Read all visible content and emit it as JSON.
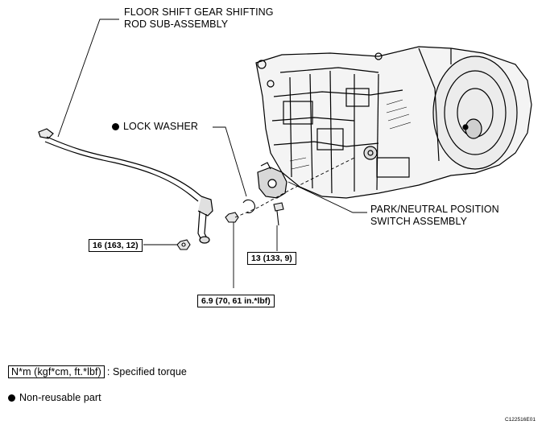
{
  "labels": {
    "rod_line1": "FLOOR SHIFT GEAR SHIFTING",
    "rod_line2": "ROD SUB-ASSEMBLY",
    "lock_washer": "LOCK WASHER",
    "switch_line1": "PARK/NEUTRAL POSITION",
    "switch_line2": "SWITCH ASSEMBLY"
  },
  "torques": {
    "nut": "16 (163, 12)",
    "bolt": "13 (133, 9)",
    "shaft_nut": "6.9 (70, 61 in.*lbf)"
  },
  "legend": {
    "unit": "N*m (kgf*cm, ft.*lbf)",
    "unit_desc": ": Specified torque",
    "nonreusable": "Non-reusable part"
  },
  "figure_code": "C122516E01"
}
